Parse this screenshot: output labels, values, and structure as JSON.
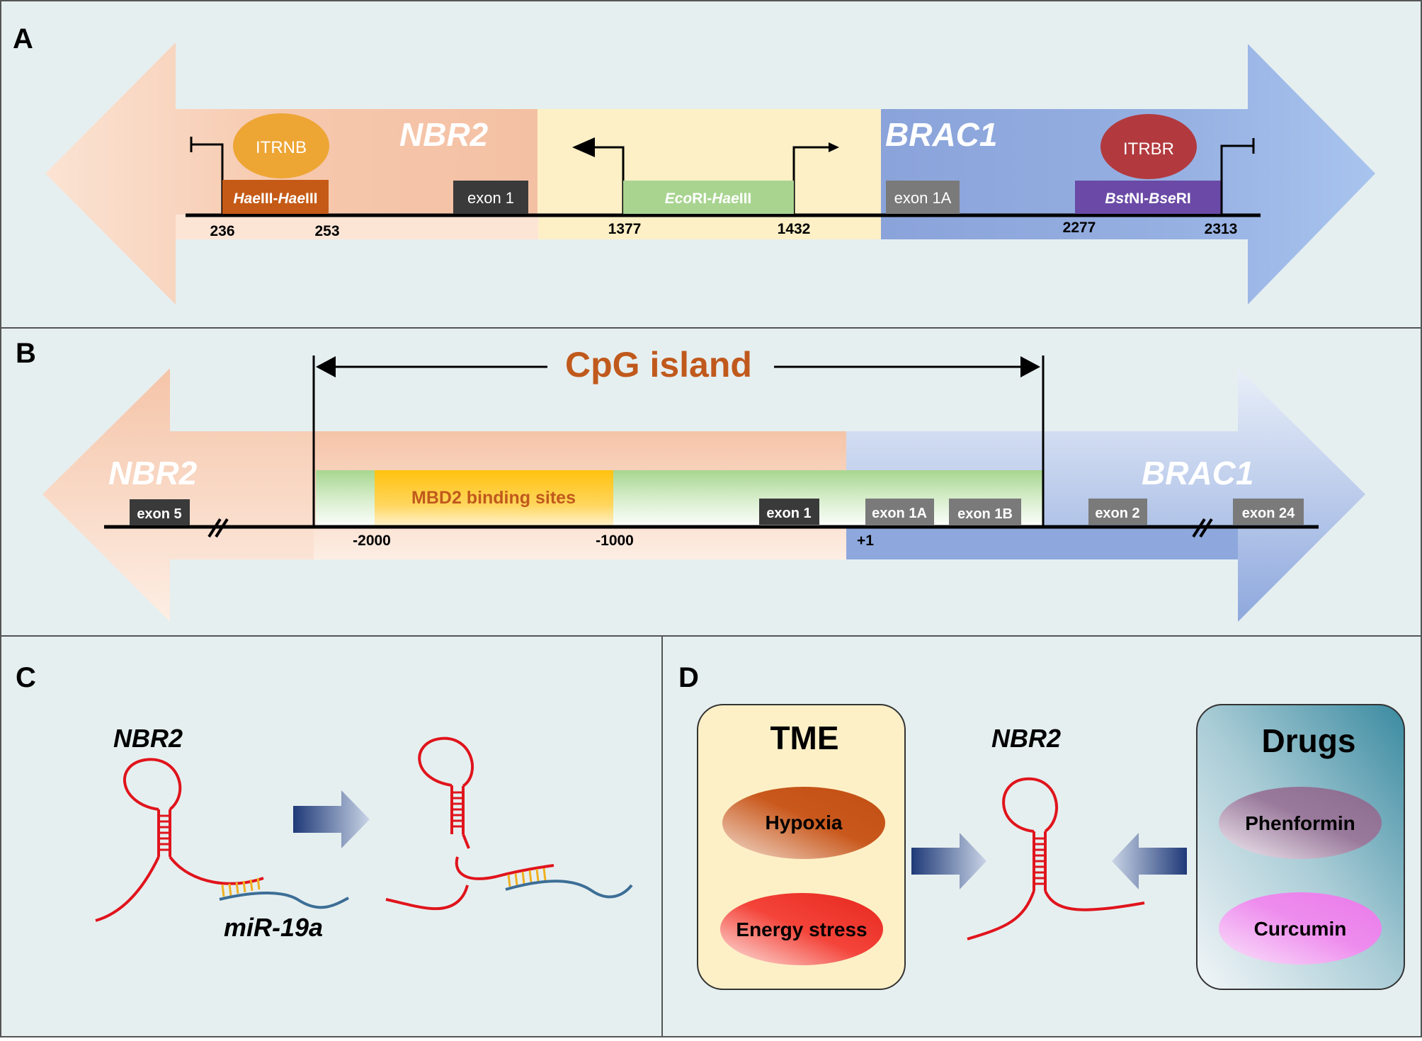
{
  "panels": {
    "a": "A",
    "b": "B",
    "c": "C",
    "d": "D"
  },
  "panel_a": {
    "nbr2": "NBR2",
    "brac1": "BRAC1",
    "itrnb": "ITRNB",
    "itrbr": "ITRBR",
    "haeiii_a": "Hae",
    "haeiii_b": "III-",
    "haeiii_c": "Hae",
    "haeiii_d": "III",
    "ecori_a": "Eco",
    "ecori_b": "RI-",
    "ecori_c": "Hae",
    "ecori_d": "III",
    "bstni_a": "Bst",
    "bstni_b": "NI-",
    "bstni_c": "Bse",
    "bstni_d": "RI",
    "exon1": "exon 1",
    "exon1a": "exon 1A",
    "pos_236": "236",
    "pos_253": "253",
    "pos_1377": "1377",
    "pos_1432": "1432",
    "pos_2277": "2277",
    "pos_2313": "2313"
  },
  "panel_b": {
    "cpg": "CpG island",
    "nbr2": "NBR2",
    "brac1": "BRAC1",
    "mbd2": "MBD2 binding sites",
    "exon5": "exon 5",
    "exon1": "exon 1",
    "exon1a": "exon 1A",
    "exon1b": "exon 1B",
    "exon2": "exon 2",
    "exon24": "exon 24",
    "pos_m2000": "-2000",
    "pos_m1000": "-1000",
    "pos_p1": "+1"
  },
  "panel_c": {
    "nbr2": "NBR2",
    "mir": "miR-19a"
  },
  "panel_d": {
    "tme": "TME",
    "hypoxia": "Hypoxia",
    "energy": "Energy stress",
    "nbr2": "NBR2",
    "drugs": "Drugs",
    "phenformin": "Phenformin",
    "curcumin": "Curcumin"
  },
  "colors": {
    "background": "#e6eff0",
    "nbr2_region": "#f5c4a8",
    "brac1_region": "#8fa8dc",
    "promoter": "#fdf0c6",
    "exon_dark": "#3a3a3a",
    "exon_gray": "#7a7a7a",
    "hairpin": "#e0141c",
    "mirna": "#3c6e96",
    "cpg_text": "#c0591c"
  }
}
